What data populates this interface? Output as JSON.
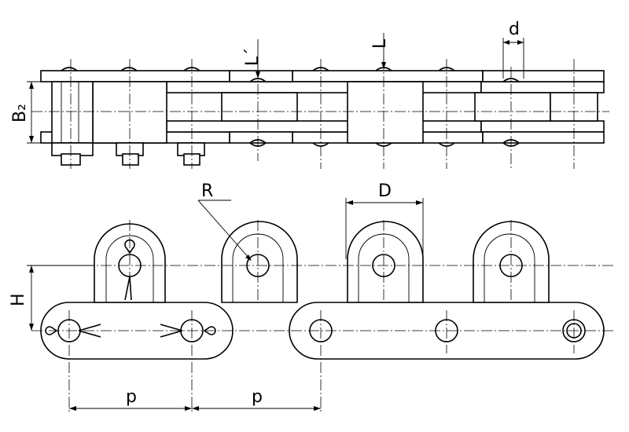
{
  "labels": {
    "d": "d",
    "l_prime": "L´",
    "l": "L",
    "b2": "B₂",
    "r": "R",
    "d_upper": "D",
    "h": "H",
    "p_left": "p",
    "p_right": "p"
  }
}
